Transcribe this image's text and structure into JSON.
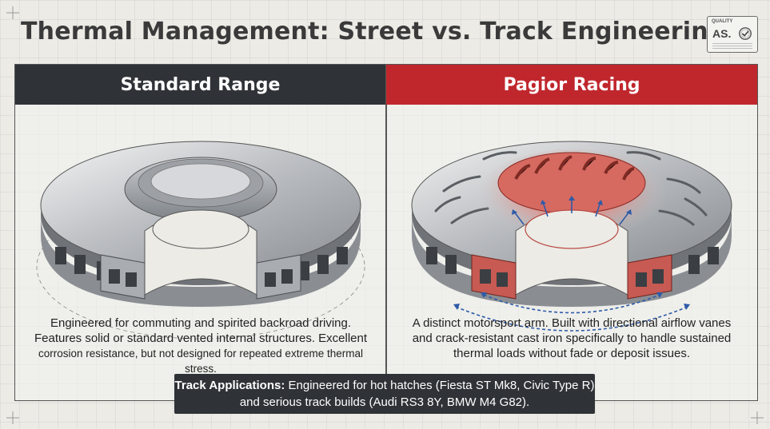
{
  "title": "Thermal Management: Street vs. Track Engineering",
  "stamp": {
    "top": "QUALITY",
    "main": "AS."
  },
  "panels": [
    {
      "heading": "Standard Range",
      "description": [
        "Engineered for commuting and spirited backroad driving.",
        "Features solid or standard vented internal structures. Excellent",
        "corrosion resistance, but not designed for repeated extreme thermal stress."
      ]
    },
    {
      "heading": "Pagior Racing",
      "description": [
        "A distinct motorsport arm. Built with directional airflow vanes",
        "and crack-resistant cast iron specifically to handle sustained",
        "thermal loads without fade or deposit issues."
      ]
    }
  ],
  "track": {
    "label": "Track Applications:",
    "line1": "Engineered for hot hatches (Fiesta ST Mk8, Civic Type R)",
    "line2": "and serious track builds (Audi RS3 8Y, BMW M4 G82)."
  },
  "colors": {
    "dark": "#2f3237",
    "racing_red": "#c0272d",
    "heat": "#e0574f"
  },
  "icons": [
    "vented-rotor-icon",
    "slotted-rotor-icon",
    "airflow-arrow-icon",
    "check-seal-icon"
  ]
}
